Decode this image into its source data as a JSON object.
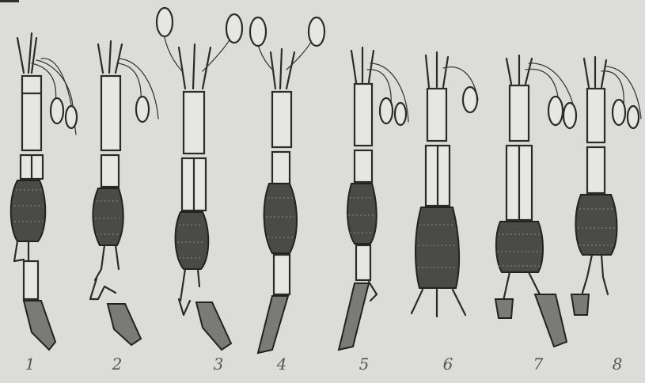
{
  "figure": {
    "labels": [
      "1",
      "2",
      "3",
      "4",
      "5",
      "6",
      "7",
      "8"
    ]
  }
}
